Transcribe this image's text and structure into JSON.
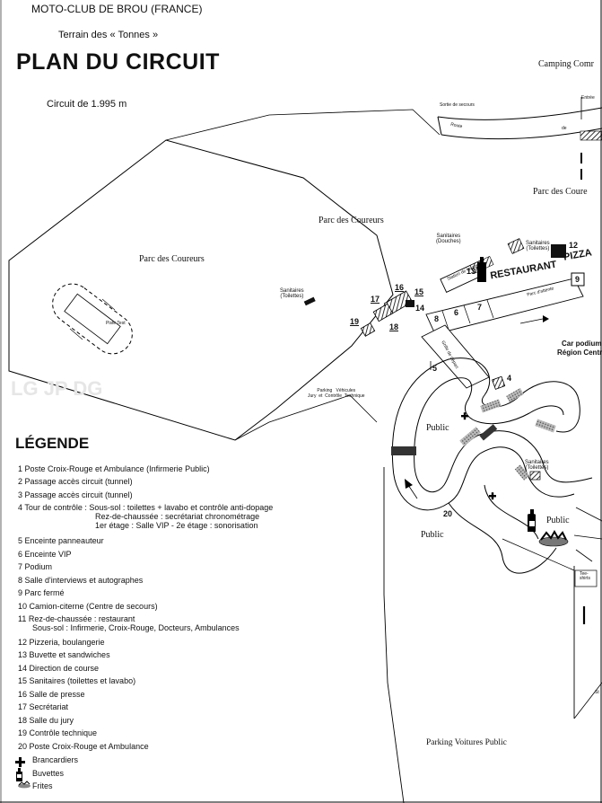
{
  "header": {
    "club": "MOTO-CLUB DE BROU (FRANCE)",
    "terrain": "Terrain des « Tonnes »",
    "title": "PLAN DU CIRCUIT",
    "circuit_length": "Circuit de 1.995 m"
  },
  "map_labels": {
    "camping": "Camping Comr",
    "entree": "Entrée",
    "sortie_secours": "Sortie de secours",
    "route": "Route",
    "de": "de",
    "parc_coureurs_right": "Parc des Coure",
    "parc_coureurs_center": "Parc des Coureurs",
    "parc_coureurs_left": "Parc des Coureurs",
    "piste_test": "Piste Test",
    "sanitaires_toilettes_1": "Sanitaires\n(Toilettes)",
    "sanitaires_douches": "Sanitaires\n(Douches)",
    "sanitaires_toilettes_2": "Sanitaires\n(Toilettes)",
    "sanitaires_toilettes_3": "Sanitaires\n(Toilettes)",
    "station_lavage": "Station de lavage",
    "restaurant": "RESTAURANT",
    "pizza": "PIZZA",
    "parc_attente": "Parc d'attente",
    "grille_depart": "Grille de départ",
    "parking_vehicules": "Parking   Véhicules\nJury  et  Contrôle  Technique",
    "car_podium": "Car podium",
    "region_centre": "Région Centre",
    "public_1": "Public",
    "public_2": "Public",
    "public_3": "Public",
    "parking_voitures": "Parking  Voitures  Public",
    "tee_shirts": "Tee-\nshirts",
    "st": "St",
    "num_20": "20"
  },
  "map_numbers": [
    "4",
    "5",
    "6",
    "7",
    "8",
    "9",
    "12",
    "13",
    "14",
    "15",
    "16",
    "17",
    "18",
    "19"
  ],
  "watermark": [
    "LG",
    "JP",
    "DG"
  ],
  "legend": {
    "title": "LÉGENDE",
    "items": [
      "1 Poste Croix-Rouge et Ambulance (Infirmerie Public)",
      "2 Passage accès circuit (tunnel)",
      "3 Passage accès circuit (tunnel)",
      "4 Tour de contrôle : Sous-sol : toilettes + lavabo et contrôle anti-dopage",
      "Rez-de-chaussée : secrétariat chronométrage",
      "1er étage : Salle VIP - 2e étage : sonorisation",
      "5 Enceinte panneauteur",
      "6 Enceinte VIP",
      "7 Podium",
      "8 Salle d'interviews et autographes",
      "9 Parc fermé",
      "10 Camion-citerne (Centre de secours)",
      "11 Rez-de-chaussée : restaurant",
      "Sous-sol : Infirmerie, Croix-Rouge, Docteurs, Ambulances",
      "12 Pizzeria, boulangerie",
      "13 Buvette et sandwiches",
      "14 Direction de course",
      "15 Sanitaires (toilettes et lavabo)",
      "16 Salle de presse",
      "17 Secrétariat",
      "18 Salle du jury",
      "19 Contrôle technique",
      "20 Poste Croix-Rouge et Ambulance"
    ],
    "symbols": [
      {
        "icon": "cross-icon",
        "label": "Brancardiers"
      },
      {
        "icon": "bottle-icon",
        "label": "Buvettes"
      },
      {
        "icon": "fries-icon",
        "label": "Frites"
      }
    ]
  }
}
